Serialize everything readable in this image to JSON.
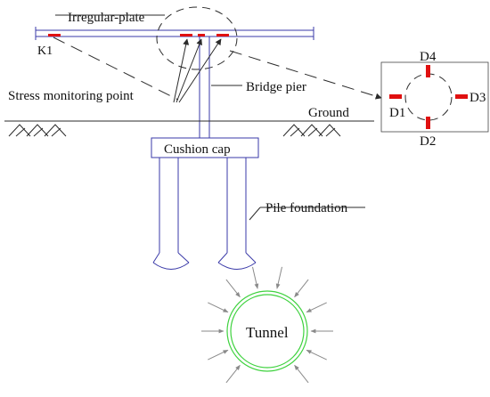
{
  "labels": {
    "irregular_plate": "Irregular-plate",
    "k1": "K1",
    "stress_monitoring_point": "Stress monitoring point",
    "bridge_pier": "Bridge pier",
    "ground": "Ground",
    "cushion_cap": "Cushion cap",
    "pile_foundation": "Pile foundation",
    "tunnel": "Tunnel",
    "d1": "D1",
    "d2": "D2",
    "d3": "D3",
    "d4": "D4"
  },
  "colors": {
    "line": "#2b2b2b",
    "structure": "#3a3aa8",
    "sensor": "#e01010",
    "tunnel": "#3fd23f",
    "arrow": "#8a8a8a"
  }
}
